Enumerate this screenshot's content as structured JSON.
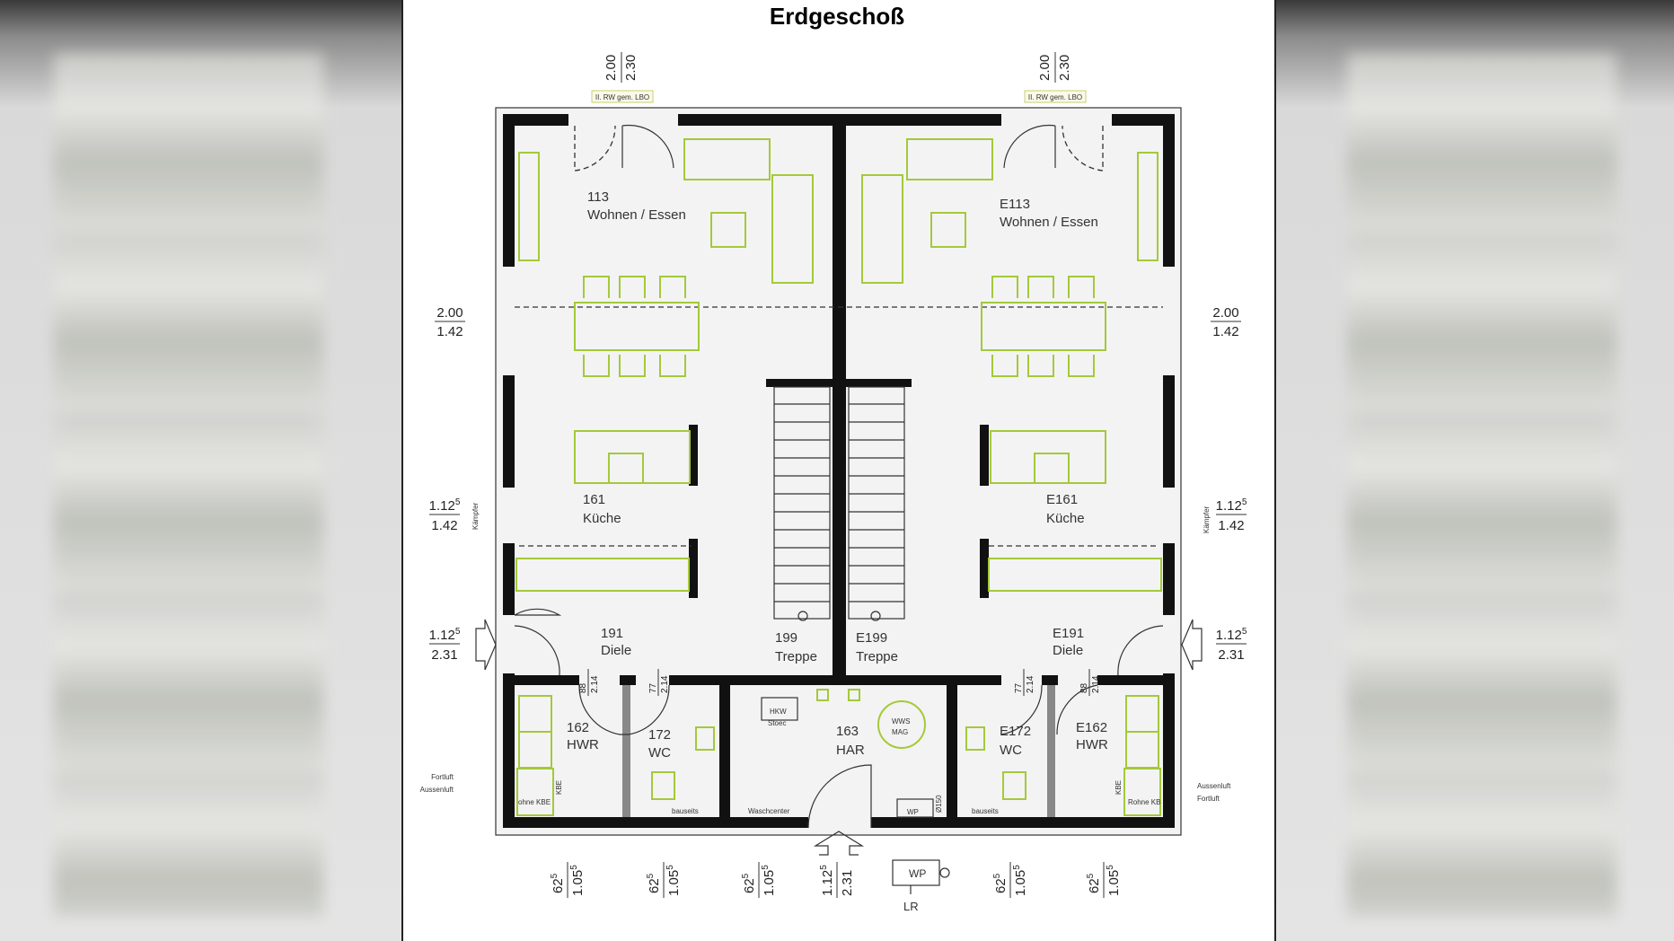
{
  "title": "Erdgeschoß",
  "colors": {
    "wall": "#111111",
    "furniture": "#a4c93a",
    "floor": "#f2f2f2"
  },
  "top_dims": [
    {
      "num": "2.00",
      "den": "2.30",
      "tag": "II. RW gem. LBO"
    },
    {
      "num": "2.00",
      "den": "2.30",
      "tag": "II. RW gem. LBO"
    }
  ],
  "rooms": [
    {
      "no": "113",
      "name": "Wohnen / Essen"
    },
    {
      "no": "E113",
      "name": "Wohnen / Essen"
    },
    {
      "no": "161",
      "name": "Küche"
    },
    {
      "no": "E161",
      "name": "Küche"
    },
    {
      "no": "191",
      "name": "Diele"
    },
    {
      "no": "199",
      "name": "Treppe"
    },
    {
      "no": "E199",
      "name": "Treppe"
    },
    {
      "no": "E191",
      "name": "Diele"
    },
    {
      "no": "162",
      "name": "HWR"
    },
    {
      "no": "172",
      "name": "WC"
    },
    {
      "no": "163",
      "name": "HAR"
    },
    {
      "no": "E172",
      "name": "WC"
    },
    {
      "no": "E162",
      "name": "HWR"
    }
  ],
  "side_dims": {
    "left": [
      {
        "num": "2.00",
        "num_sup": "",
        "den": "1.42",
        "note": ""
      },
      {
        "num": "1.12",
        "num_sup": "5",
        "den": "1.42",
        "note": "Kämpfer"
      },
      {
        "num": "1.12",
        "num_sup": "5",
        "den": "2.31",
        "note": ""
      }
    ],
    "right": [
      {
        "num": "2.00",
        "num_sup": "",
        "den": "1.42",
        "note": ""
      },
      {
        "num": "1.12",
        "num_sup": "5",
        "den": "1.42",
        "note": "Kämpfer"
      },
      {
        "num": "1.12",
        "num_sup": "5",
        "den": "2.31",
        "note": ""
      }
    ]
  },
  "bottom_dims": [
    {
      "num": "62",
      "num_sup": "5",
      "den": "1.05",
      "den_sup": "5"
    },
    {
      "num": "62",
      "num_sup": "5",
      "den": "1.05",
      "den_sup": "5"
    },
    {
      "num": "62",
      "num_sup": "5",
      "den": "1.05",
      "den_sup": "5"
    },
    {
      "num": "1.12",
      "num_sup": "5",
      "den": "2.31",
      "den_sup": ""
    },
    {
      "num": "62",
      "num_sup": "5",
      "den": "1.05",
      "den_sup": "5"
    },
    {
      "num": "62",
      "num_sup": "5",
      "den": "1.05",
      "den_sup": "5"
    }
  ],
  "door_dims": [
    {
      "num": "88",
      "den": "2.14"
    },
    {
      "num": "77",
      "den": "2.14"
    },
    {
      "num": "77",
      "den": "2.14"
    },
    {
      "num": "88",
      "den": "2.14"
    }
  ],
  "labels": {
    "fortluft_l": "Fortluft",
    "aussenluft_l": "Aussenluft",
    "fortluft_r": "Fortluft",
    "aussenluft_r": "Aussenluft",
    "kbe_l": "KBE",
    "kbe_r": "KBE",
    "ohne_kbe": "ohne KBE",
    "rohne_kbe": "Rohne KB",
    "hkw": "HKW",
    "hkw2": "Stoec",
    "wws": "WWS",
    "mag": "MAG",
    "wp_room": "WP",
    "d150": "Ø150",
    "bauseits_l": "bauseits",
    "bauseits_r": "bauseits",
    "waschcenter": "Waschcenter",
    "wp_outdoor": "WP",
    "lr": "LR"
  }
}
